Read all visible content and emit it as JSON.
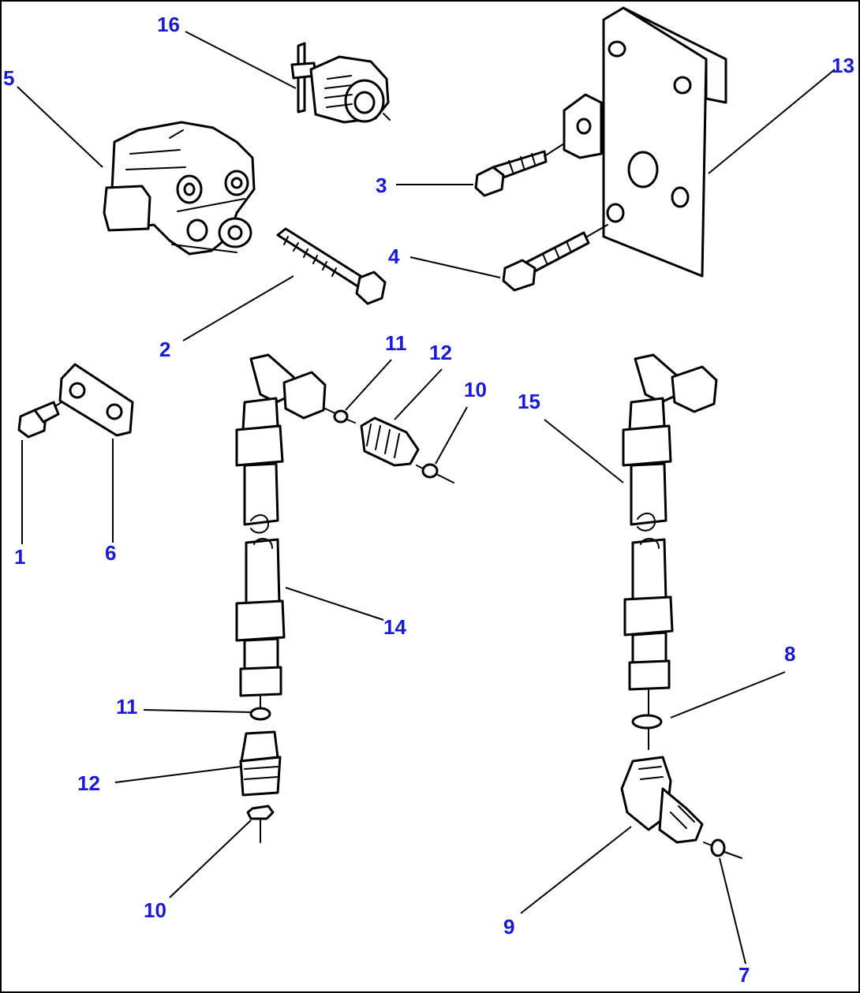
{
  "callouts": {
    "c1": "1",
    "c2": "2",
    "c3": "3",
    "c4": "4",
    "c5": "5",
    "c6": "6",
    "c7": "7",
    "c8": "8",
    "c9": "9",
    "c10_top": "10",
    "c10_bottom": "10",
    "c11_top": "11",
    "c11_bottom": "11",
    "c12_top": "12",
    "c12_bottom": "12",
    "c13": "13",
    "c14": "14",
    "c15": "15",
    "c16": "16"
  },
  "colors": {
    "callout": "#1a1ad6",
    "line": "#000000",
    "background": "#ffffff"
  }
}
